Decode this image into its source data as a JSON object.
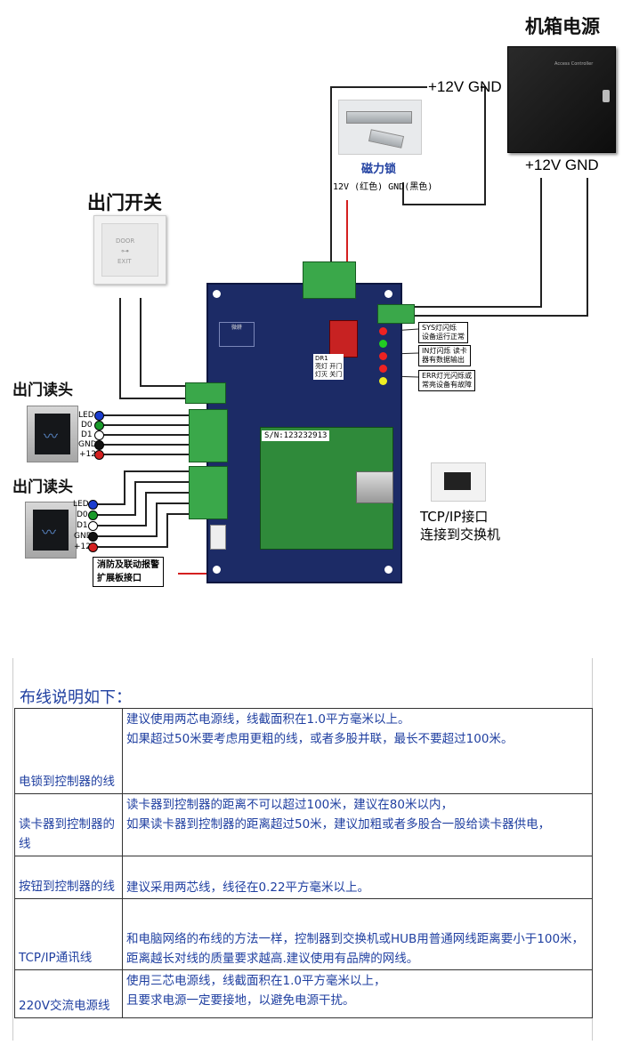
{
  "diagram": {
    "labels": {
      "chassis_power": "机箱电源",
      "top_wire": "+12V  GND",
      "psu_wire": "+12V  GND",
      "magnetic_lock": "磁力锁",
      "lock_wire": "12V (红色) GND(黑色)",
      "exit_switch": "出门开关",
      "reader1": "出门读头",
      "reader2": "出门读头",
      "tcpip_line1": "TCP/IP接口",
      "tcpip_line2": "连接到交换机",
      "fire_line1": "消防及联动报警",
      "fire_line2": "扩展板接口",
      "sys_note_line1": "SYS灯闪烁",
      "sys_note_line2": "设备运行正常",
      "in_note_line1": "IN灯闪烁  读卡",
      "in_note_line2": "器有数据输出",
      "err_note_line1": "ERR灯光闪烁或",
      "err_note_line2": "常亮设备有故障",
      "dr_line1": "DR1",
      "dr_line2": "亮灯  开门",
      "dr_line3": "灯灭  关门",
      "serial": "S/N:123232913",
      "psu_brand": "Access Controller",
      "button_text1": "DOOR",
      "button_text2": "EXIT"
    },
    "reader_pins": [
      "LED",
      "D0",
      "D1",
      "GND",
      "+12"
    ],
    "pin_colors": [
      "#1a3ccf",
      "#1a9a2a",
      "#ffffff",
      "#111111",
      "#d42020"
    ]
  },
  "wiring": {
    "title": "布线说明如下：",
    "rows": [
      {
        "name": "电锁到控制器的线",
        "desc": [
          "建议使用两芯电源线，线截面积在1.0平方毫米以上。",
          "如果超过50米要考虑用更粗的线，或者多股并联，最长不要超过100米。"
        ]
      },
      {
        "name": "读卡器到控制器的线",
        "desc": [
          "读卡器到控制器的距离不可以超过100米，建议在80米以内，",
          "如果读卡器到控制器的距离超过50米，建议加粗或者多股合一股给读卡器供电，"
        ]
      },
      {
        "name": "按钮到控制器的线",
        "desc": [
          "",
          "建议采用两芯线，线径在0.22平方毫米以上。"
        ]
      },
      {
        "name": "TCP/IP通讯线",
        "desc": [
          "和电脑网络的布线的方法一样，控制器到交换机或HUB用普通网线距离要小于100米，距离越长对线的质量要求越高.建议使用有品牌的网线。"
        ]
      },
      {
        "name": "220V交流电源线",
        "desc": [
          "使用三芯电源线，线截面积在1.0平方毫米以上，",
          "且要求电源一定要接地，以避免电源干扰。"
        ]
      }
    ]
  }
}
